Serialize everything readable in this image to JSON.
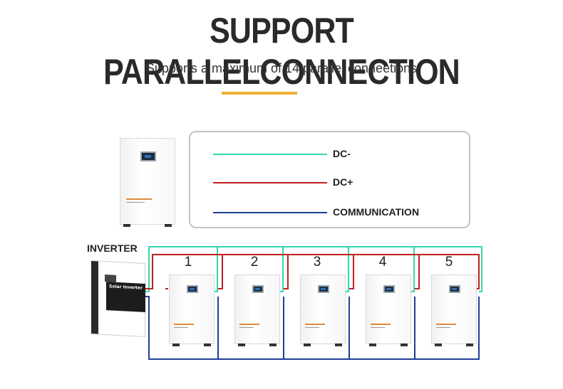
{
  "header": {
    "title": "SUPPORT PARALLELCONNECTION",
    "subtitle": "Supports a maximum of 14 parallel conneetions"
  },
  "legend": [
    {
      "label": "DC-",
      "color": "#35d6b0"
    },
    {
      "label": "DC+",
      "color": "#c0201e"
    },
    {
      "label": "COMMUNICATION",
      "color": "#1f3f96"
    }
  ],
  "inverter": {
    "label": "INVERTER",
    "brand_text": "Solar Inverter"
  },
  "batteries": [
    {
      "number": "1"
    },
    {
      "number": "2"
    },
    {
      "number": "3"
    },
    {
      "number": "4"
    },
    {
      "number": "5"
    }
  ],
  "colors": {
    "accent": "#f0b030",
    "dc_minus": "#35d6b0",
    "dc_plus": "#c0201e",
    "communication": "#1f3f96"
  }
}
